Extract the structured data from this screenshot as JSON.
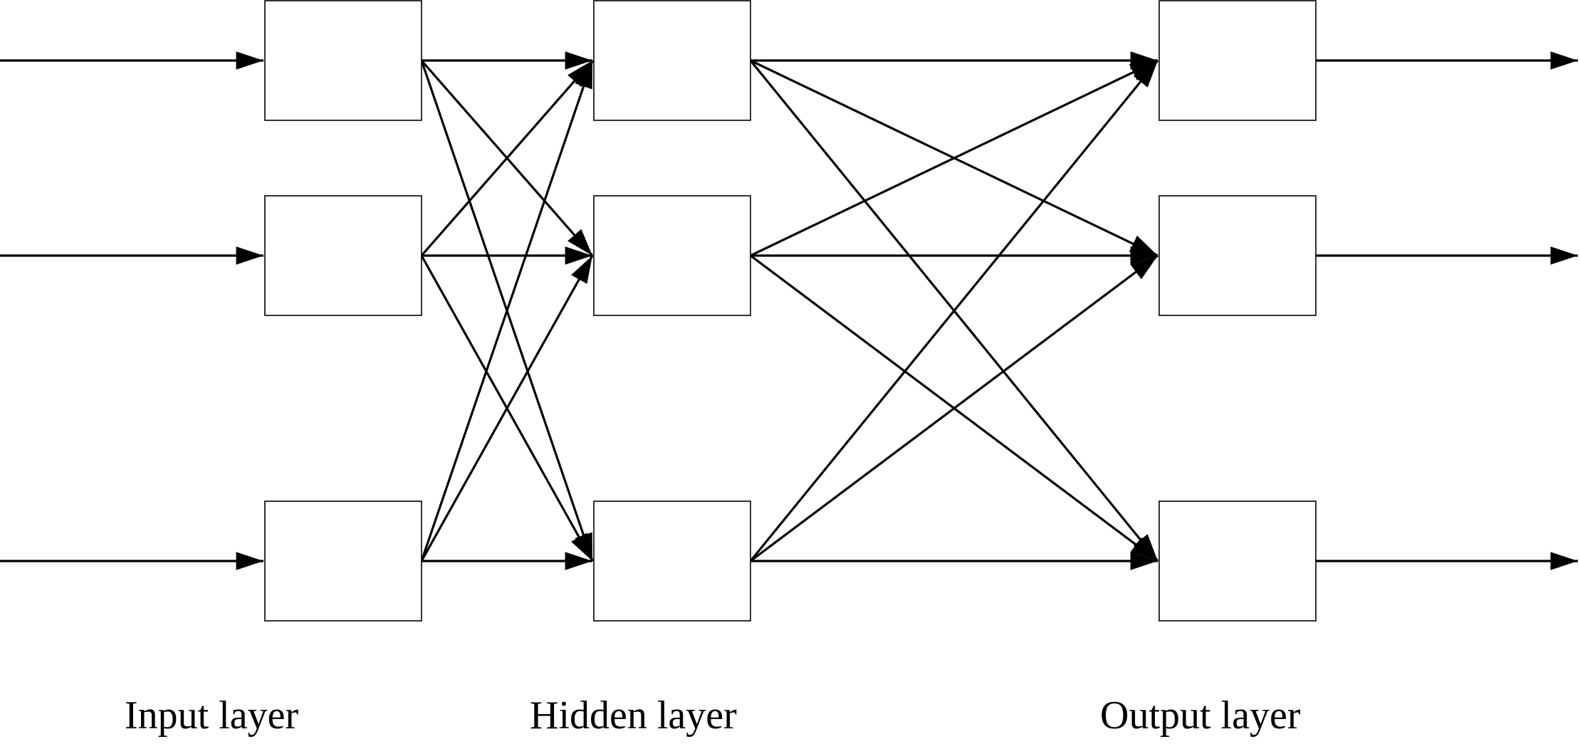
{
  "colors": {
    "line": "#000000",
    "node_fill": "#ffffff",
    "background": "#ffffff"
  },
  "layers": [
    {
      "id": "input",
      "label": "Input layer",
      "node_count": 3
    },
    {
      "id": "hidden",
      "label": "Hidden layer",
      "node_count": 3
    },
    {
      "id": "output",
      "label": "Output layer",
      "node_count": 3
    }
  ],
  "connectivity": "fully-connected between adjacent layers",
  "external_inputs": 3,
  "external_outputs": 3
}
